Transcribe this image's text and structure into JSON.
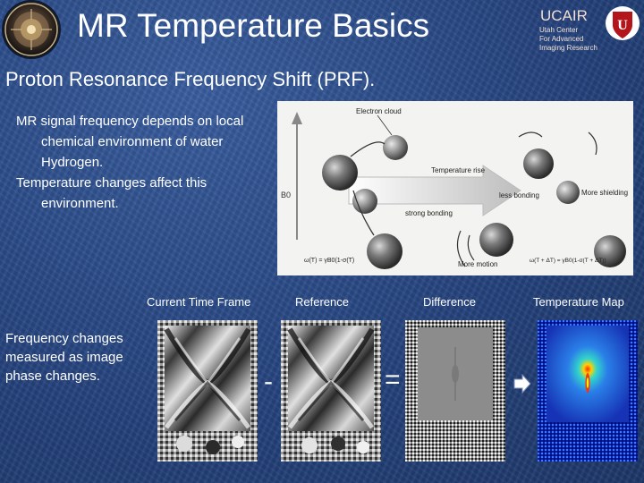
{
  "header": {
    "title": "MR Temperature Basics",
    "org_name": "UCAIR",
    "org_subtitle": [
      "Utah Center",
      "For Advanced",
      "Imaging Research"
    ]
  },
  "subtitle": "Proton Resonance Frequency Shift (PRF).",
  "body": {
    "paragraph1": "MR signal frequency depends on local chemical environment of water Hydrogen.",
    "paragraph2": "Temperature changes affect this environment."
  },
  "figure": {
    "electron_cloud": "Electron cloud",
    "temperature_rise": "Temperature rise",
    "less_bonding": "less bonding",
    "more_shielding": "More shielding",
    "strong_bonding": "strong bonding",
    "more_motion": "More motion",
    "b0": "B0",
    "formula_left": "ω(T) = γB0(1-σ(T)",
    "formula_right": "ω(T + ΔT) = γB0(1-σ(T + ΔT))"
  },
  "images": {
    "current_label": "Current Time Frame",
    "reference_label": "Reference",
    "difference_label": "Difference",
    "tempmap_label": "Temperature Map",
    "minus": "-",
    "equals": "="
  },
  "caption": "Frequency changes measured as image phase changes.",
  "icons": {
    "logo_left": "scientific-seal-icon",
    "logo_right": "university-shield-icon",
    "arrow": "right-arrow-icon"
  }
}
